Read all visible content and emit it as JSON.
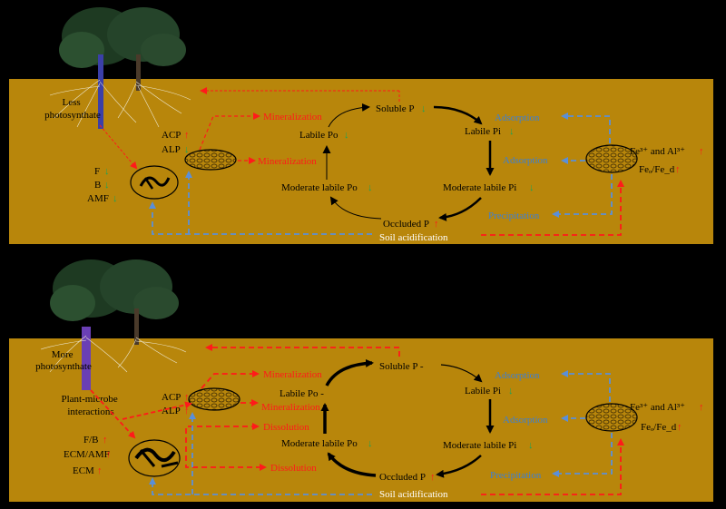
{
  "colors": {
    "background": "#000000",
    "soil": "#b8860b",
    "increase_arrow": "#ff1a1a",
    "decrease_arrow": "#1aa35a",
    "blue_text": "#3b7fd6",
    "red_text": "#ff1a1a",
    "pathway_purple": "#6a3fb5"
  },
  "top_panel": {
    "photosynthate": [
      "Less",
      "photosynthate"
    ],
    "acp": "ACP",
    "alp": "ALP",
    "f": "F",
    "b": "B",
    "amf": "AMF",
    "mineralization_1": "Mineralization",
    "mineralization_2": "Mineralization",
    "soluble_p": "Soluble P",
    "labile_po": "Labile Po",
    "labile_pi": "Labile Pi",
    "moderate_labile_po": "Moderate labile Po",
    "moderate_labile_pi": "Moderate labile Pi",
    "occluded_p": "Occluded P",
    "soil_acidification": "Soil acidification",
    "adsorption_1": "Adsorption",
    "adsorption_2": "Adsorption",
    "precipitation": "Precipitation",
    "fe_al": "Fe³⁺ and Al³⁺",
    "feo_fed": "Feₒ/Fe_d"
  },
  "bottom_panel": {
    "photosynthate": [
      "More",
      "photosynthate"
    ],
    "plant_microbe": [
      "Plant-microbe",
      "interactions"
    ],
    "acp": "ACP",
    "alp": "ALP",
    "fb": "F/B",
    "ecm_amf": "ECM/AMF",
    "ecm": "ECM",
    "mineralization_1": "Mineralization",
    "mineralization_2": "Mineralization",
    "dissolution_1": "Dissolution",
    "dissolution_2": "Dissolution",
    "soluble_p": "Soluble P -",
    "labile_po": "Labile Po -",
    "labile_pi": "Labile Pi",
    "moderate_labile_po": "Moderate labile Po",
    "moderate_labile_pi": "Moderate labile Pi",
    "occluded_p": "Occluded P",
    "soil_acidification": "Soil acidification",
    "adsorption_1": "Adsorption",
    "adsorption_2": "Adsorption",
    "precipitation": "Precipitation",
    "fe_al": "Fe³⁺ and Al³⁺",
    "feo_fed": "Feₒ/Fe_d"
  }
}
